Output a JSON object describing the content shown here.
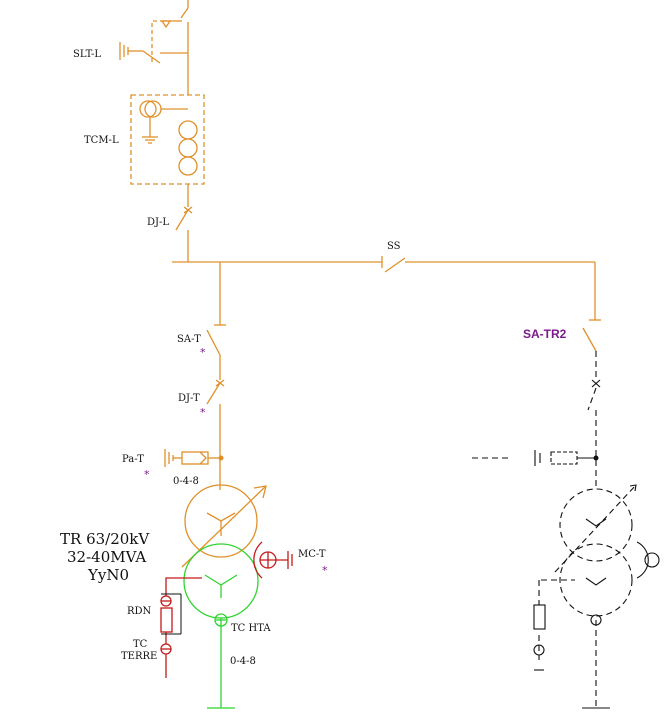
{
  "colors": {
    "orange": "#e0902a",
    "green": "#2fd42f",
    "red": "#c41a1a",
    "black": "#111111",
    "purple": "#7a1a8a"
  },
  "labels": {
    "slt": "SLT-L",
    "tcm": "TCM-L",
    "dj_l": "DJ-L",
    "ss": "SS",
    "sa_t": "SA-T",
    "dj_t": "DJ-T",
    "pa_t": "Pa-T",
    "code_top": "0-4-8",
    "code_bottom": "0-4-8",
    "tr_line1": "TR 63/20kV",
    "tr_line2": "32-40MVA",
    "tr_line3": "YyN0",
    "mc_t": "MC-T",
    "rdn": "RDN",
    "tc_terre_1": "TC",
    "tc_terre_2": "TERRE",
    "tc_hta": "TC HTA",
    "sa_tr2": "SA-TR2",
    "star": "*"
  }
}
